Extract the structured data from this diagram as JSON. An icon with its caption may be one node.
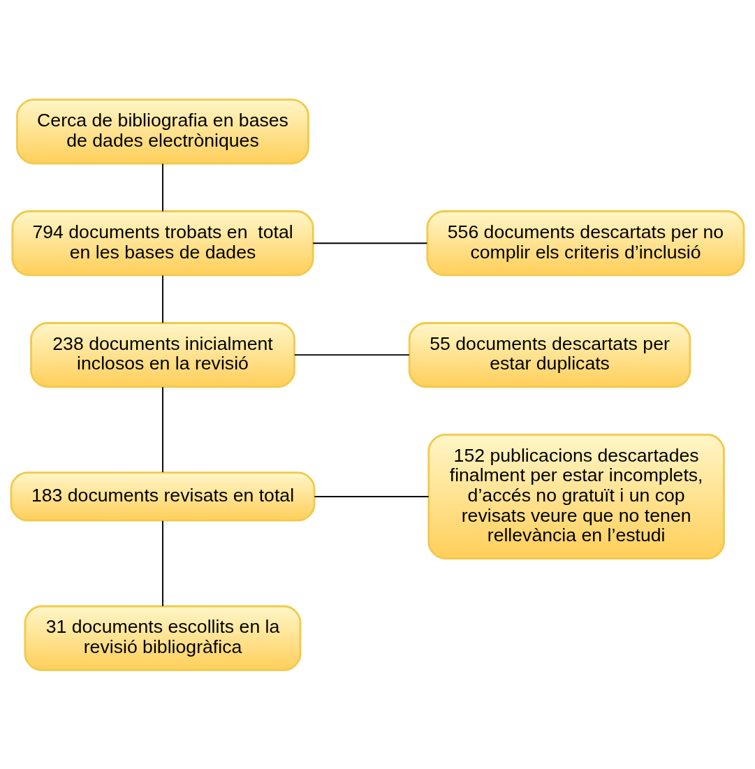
{
  "diagram": {
    "nodes": [
      {
        "text": [
          "Cerca de bibliografia en bases de dades electròniques"
        ]
      },
      {
        "text": [
          "794 documents trobats en  total en les bases de dades"
        ]
      },
      {
        "text": [
          "556 documents descartats per no complir els criteris d’inclusió"
        ]
      },
      {
        "text": [
          "238 documents inicialment inclosos en la revisió"
        ]
      },
      {
        "text": [
          "55 documents descartats per estar duplicats"
        ]
      },
      {
        "text": [
          "183 documents revisats en total"
        ]
      },
      {
        "text": [
          "152 publicacions descartades finalment per estar incomplets, d’accés no gratuït i un cop revisats veure que no tenen rellevància en l’estudi"
        ]
      },
      {
        "text": [
          "31 documents escollits en la revisió bibliogràfica"
        ]
      }
    ],
    "edges": [
      {
        "from": 0,
        "to": 1,
        "arrow": "none"
      },
      {
        "from": 1,
        "to": 2,
        "arrow": "none"
      },
      {
        "from": 1,
        "to": 3,
        "arrow": "none"
      },
      {
        "from": 3,
        "to": 4,
        "arrow": "none"
      },
      {
        "from": 3,
        "to": 5,
        "arrow": "none"
      },
      {
        "from": 5,
        "to": 6,
        "arrow": "none"
      },
      {
        "from": 5,
        "to": 7,
        "arrow": "none"
      }
    ]
  }
}
